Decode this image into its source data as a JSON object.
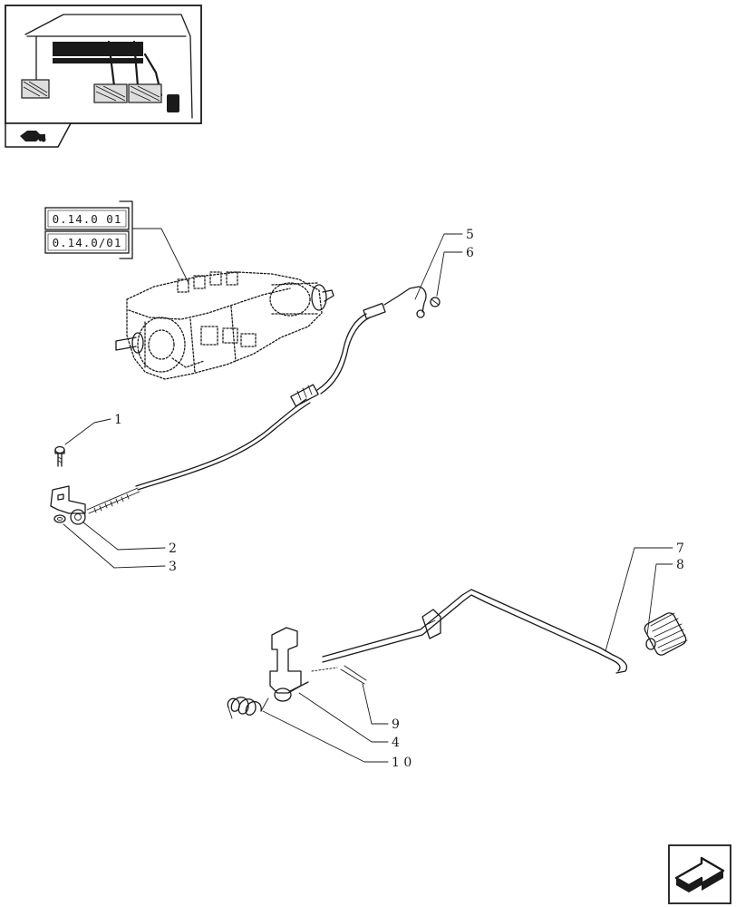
{
  "refs": [
    "0.14.0 01",
    "0.14.0/01"
  ],
  "callouts": {
    "c1": "1",
    "c2": "2",
    "c3": "3",
    "c4": "4",
    "c5": "5",
    "c6": "6",
    "c7": "7",
    "c8": "8",
    "c9": "9",
    "c10": "1 0"
  },
  "icons": {
    "thumbnail_nav": "tractor-outline-icon",
    "next_page": "next-page-arrow-icon"
  },
  "colors": {
    "ink": "#1a1a1a",
    "background": "#ffffff"
  }
}
